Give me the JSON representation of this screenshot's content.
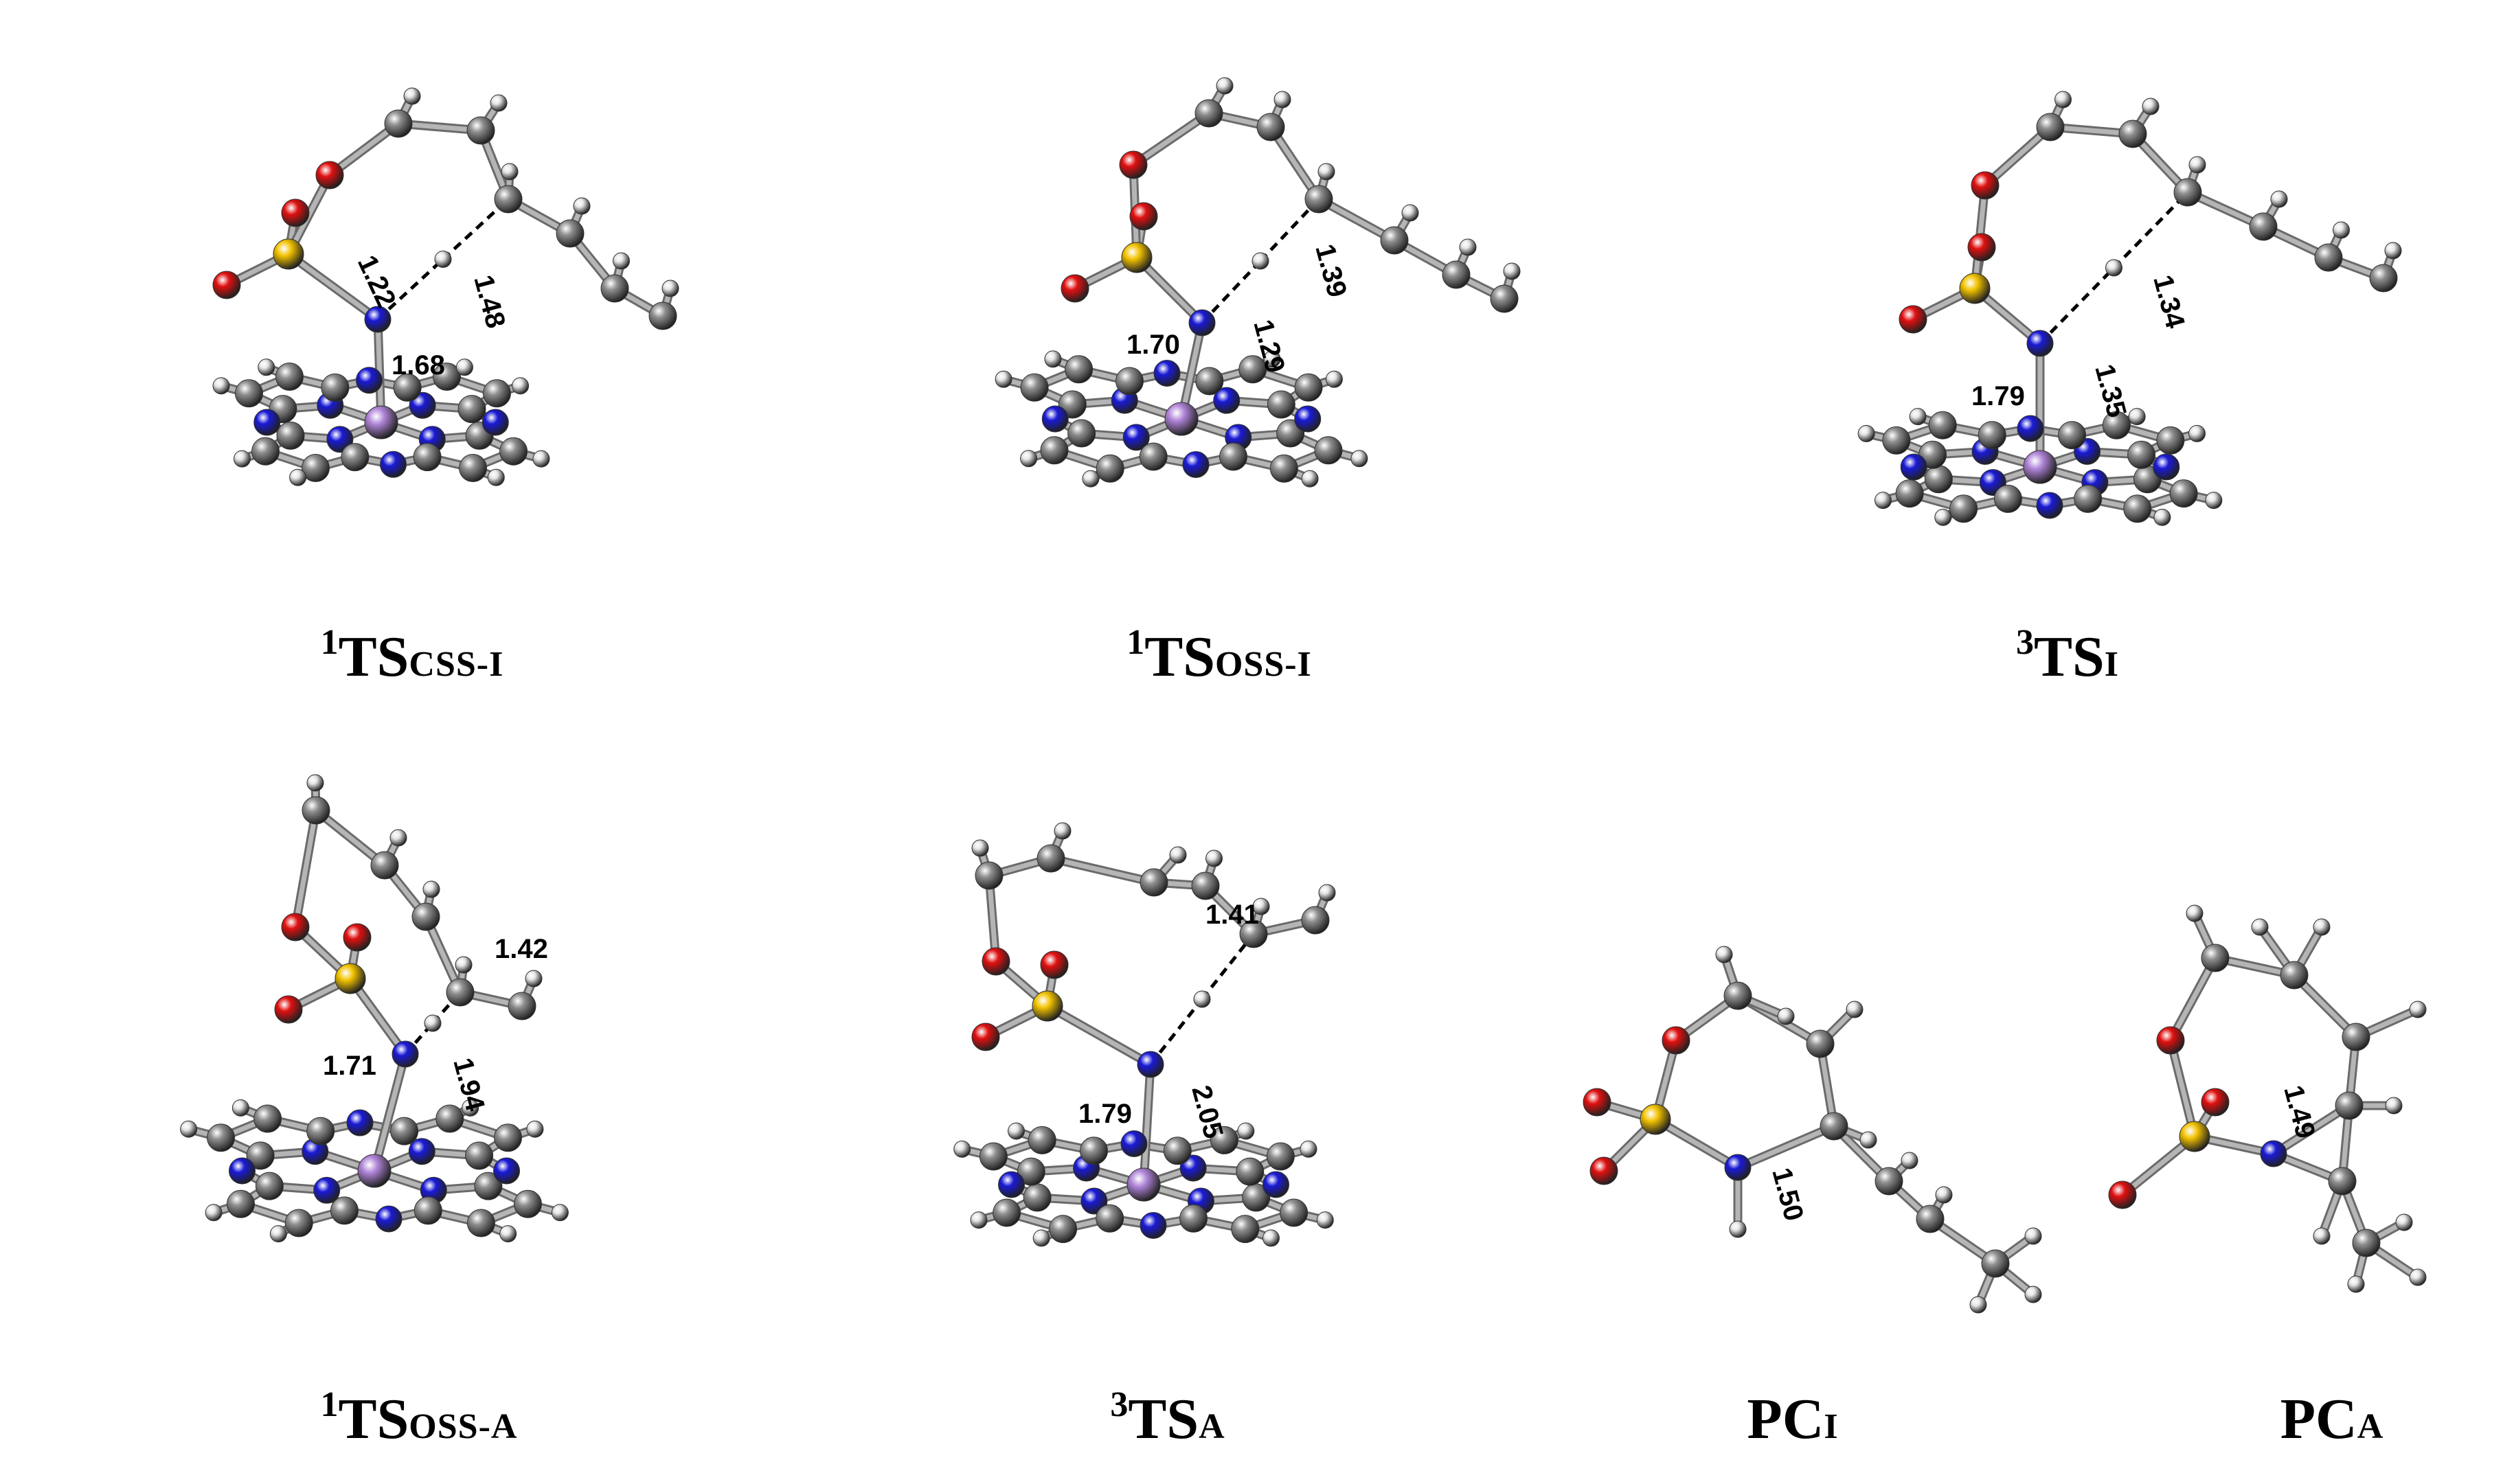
{
  "palette": {
    "carbon": "#8e8e8e",
    "hydrogen": "#e6e6e6",
    "nitrogen": "#1a1ad6",
    "oxygen": "#e01010",
    "sulfur": "#f2c200",
    "metal": "#b084d8",
    "bond": "#9a9a9a"
  },
  "panels": [
    {
      "id": "p1",
      "sup": "1",
      "main": "TS",
      "sub": "CSS-I",
      "distances": [
        "1.22",
        "1.48",
        "1.68"
      ]
    },
    {
      "id": "p2",
      "sup": "1",
      "main": "TS",
      "sub": "OSS-I",
      "distances": [
        "1.39",
        "1.70",
        "1.29"
      ]
    },
    {
      "id": "p3",
      "sup": "3",
      "main": "TS",
      "sub": "I",
      "distances": [
        "1.34",
        "1.79",
        "1.35"
      ]
    },
    {
      "id": "p4",
      "sup": "1",
      "main": "TS",
      "sub": "OSS-A",
      "distances": [
        "1.42",
        "1.71",
        "1.94"
      ]
    },
    {
      "id": "p5",
      "sup": "3",
      "main": "TS",
      "sub": "A",
      "distances": [
        "1.41",
        "1.79",
        "2.05"
      ]
    },
    {
      "id": "p6",
      "sup": "",
      "main": "PC",
      "sub": "I",
      "distances": [
        "1.50"
      ]
    },
    {
      "id": "p7",
      "sup": "",
      "main": "PC",
      "sub": "A",
      "distances": [
        "1.49"
      ]
    }
  ]
}
